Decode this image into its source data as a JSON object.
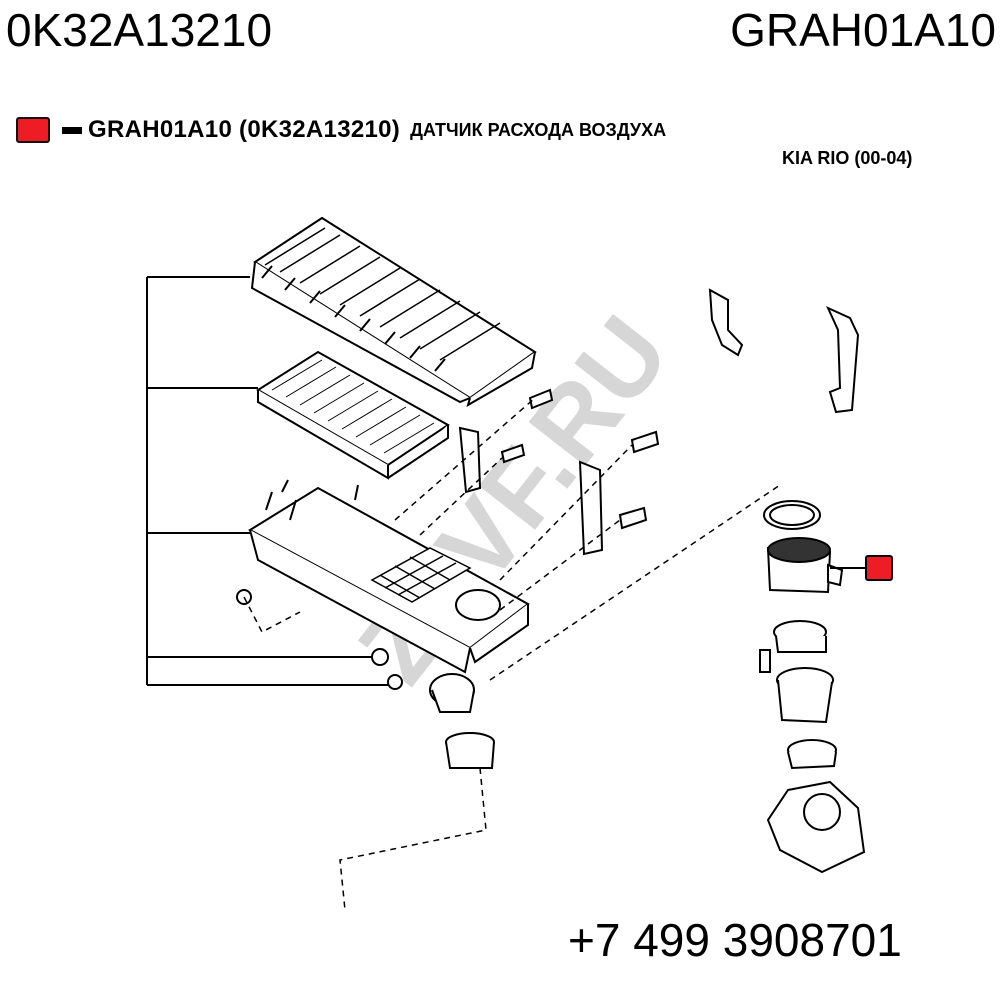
{
  "header": {
    "code_left": "0K32A13210",
    "code_right": "GRAH01A10"
  },
  "legend": {
    "swatch_color": "#ee1c24",
    "code": "GRAH01A10 (0K32A13210)",
    "description": "ДАТЧИК РАСХОДА ВОЗДУХА",
    "model": "KIA RIO (00-04)"
  },
  "watermark": "ZZVF.RU",
  "footer": {
    "phone": "+7 499 3908701"
  },
  "marker": {
    "color": "#ee1c24",
    "part": "mass-airflow-sensor"
  }
}
